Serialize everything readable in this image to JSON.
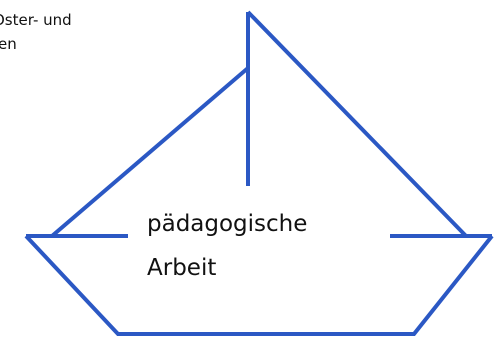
{
  "top_left_text": {
    "line1": "Oster- und",
    "line2": "en"
  },
  "boat": {
    "label_line1": "pädagogische",
    "label_line2": "Arbeit",
    "stroke_color": "#2b58c4"
  }
}
